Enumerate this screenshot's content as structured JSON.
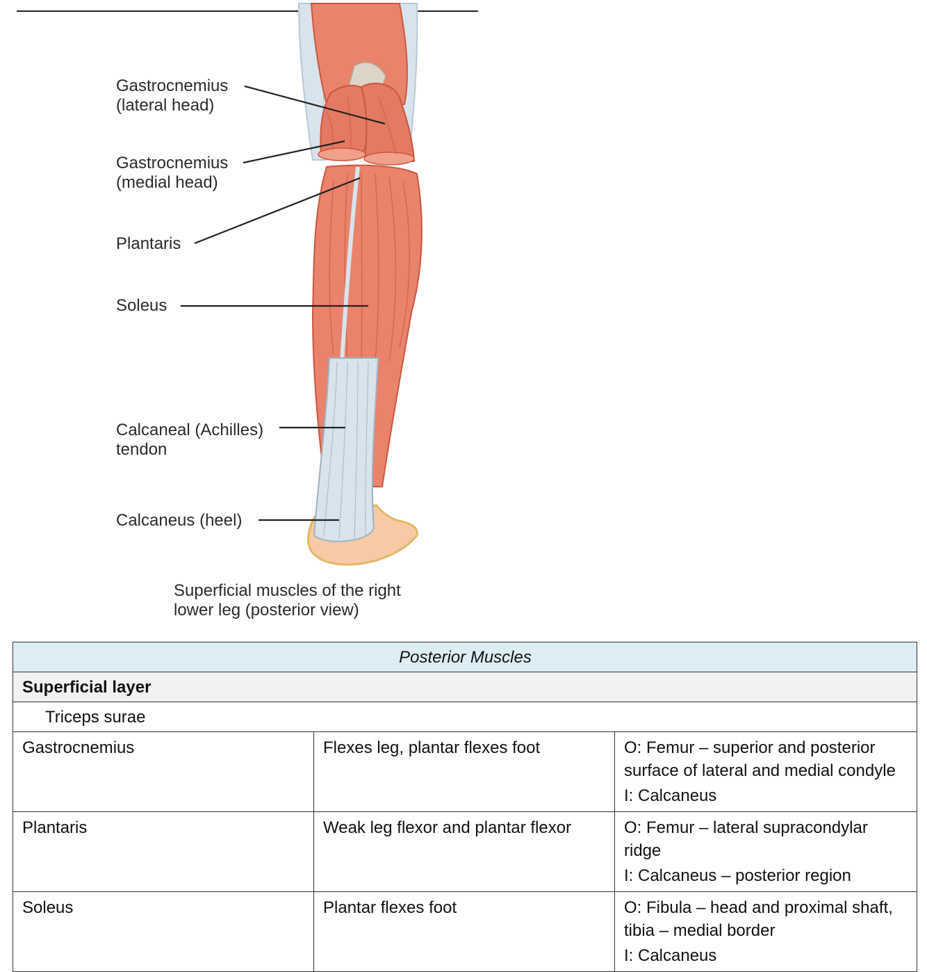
{
  "figure": {
    "labels": {
      "gastrocnemius_lateral": "Gastrocnemius\n(lateral head)",
      "gastrocnemius_medial": "Gastrocnemius\n(medial head)",
      "plantaris": "Plantaris",
      "soleus": "Soleus",
      "calcaneal_tendon": "Calcaneal (Achilles)\ntendon",
      "calcaneus": "Calcaneus (heel)"
    },
    "caption": "Superficial muscles of the right\nlower leg (posterior view)",
    "colors": {
      "muscle": "#e9836c",
      "muscle_dark": "#c9573f",
      "tendon": "#d8e3ec",
      "heel": "#f7c9a4",
      "heel_outline": "#e3b868"
    }
  },
  "table": {
    "title": "Posterior Muscles",
    "layer": "Superficial layer",
    "group": "Triceps surae",
    "colors": {
      "title_bg": "#dcedf3",
      "layer_bg": "#f1f1f1"
    },
    "rows": [
      {
        "muscle": "Gastrocnemius",
        "action": "Flexes leg, plantar flexes foot",
        "origin": "O: Femur – superior and posterior surface of lateral and medial condyle",
        "insertion": "I: Calcaneus"
      },
      {
        "muscle": "Plantaris",
        "action": "Weak leg flexor and plantar flexor",
        "origin": "O: Femur – lateral supracondylar ridge",
        "insertion": "I: Calcaneus – posterior region"
      },
      {
        "muscle": "Soleus",
        "action": "Plantar flexes foot",
        "origin": "O: Fibula – head and proximal shaft, tibia – medial border",
        "insertion": "I: Calcaneus"
      }
    ]
  }
}
